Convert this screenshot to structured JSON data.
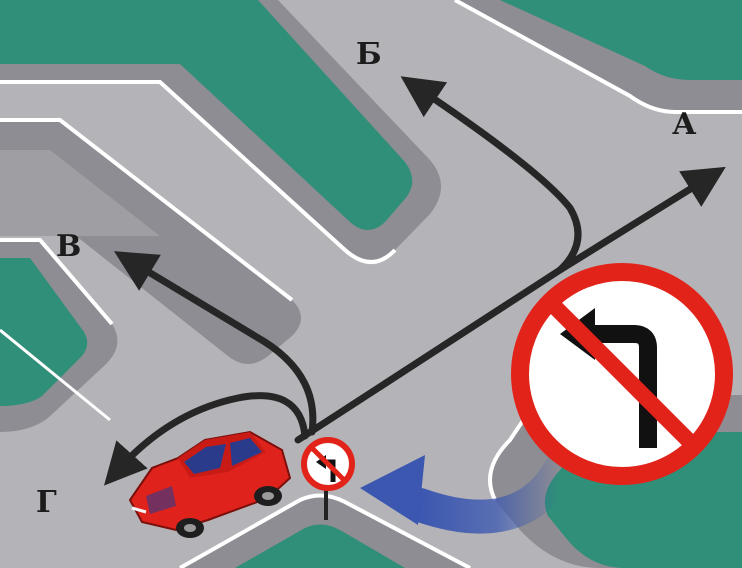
{
  "routes": {
    "a": "А",
    "b": "Б",
    "v": "В",
    "g": "Г"
  },
  "colors": {
    "road": "#b4b4b8",
    "curb": "#8d8d93",
    "lawn": "#2f8f78",
    "lane_line": "#ffffff",
    "arrow": "#262626",
    "car": "#e0221c",
    "sign_ring": "#e2231a",
    "hint_arrow": "#3b57b0"
  },
  "icons": {
    "main_sign": "no-left-turn-sign-icon",
    "small_sign": "no-left-turn-sign-icon",
    "car": "red-car-icon"
  }
}
